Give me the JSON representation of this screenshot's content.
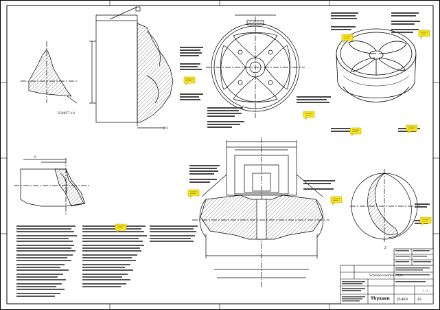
{
  "sheet": {
    "title_block": {
      "company": "Thyssen",
      "drawing_label": "Scheibenrad/Fel 7000",
      "part_number": "21400",
      "sheet_format": "A1"
    },
    "sheet_number": "1 / 1"
  }
}
